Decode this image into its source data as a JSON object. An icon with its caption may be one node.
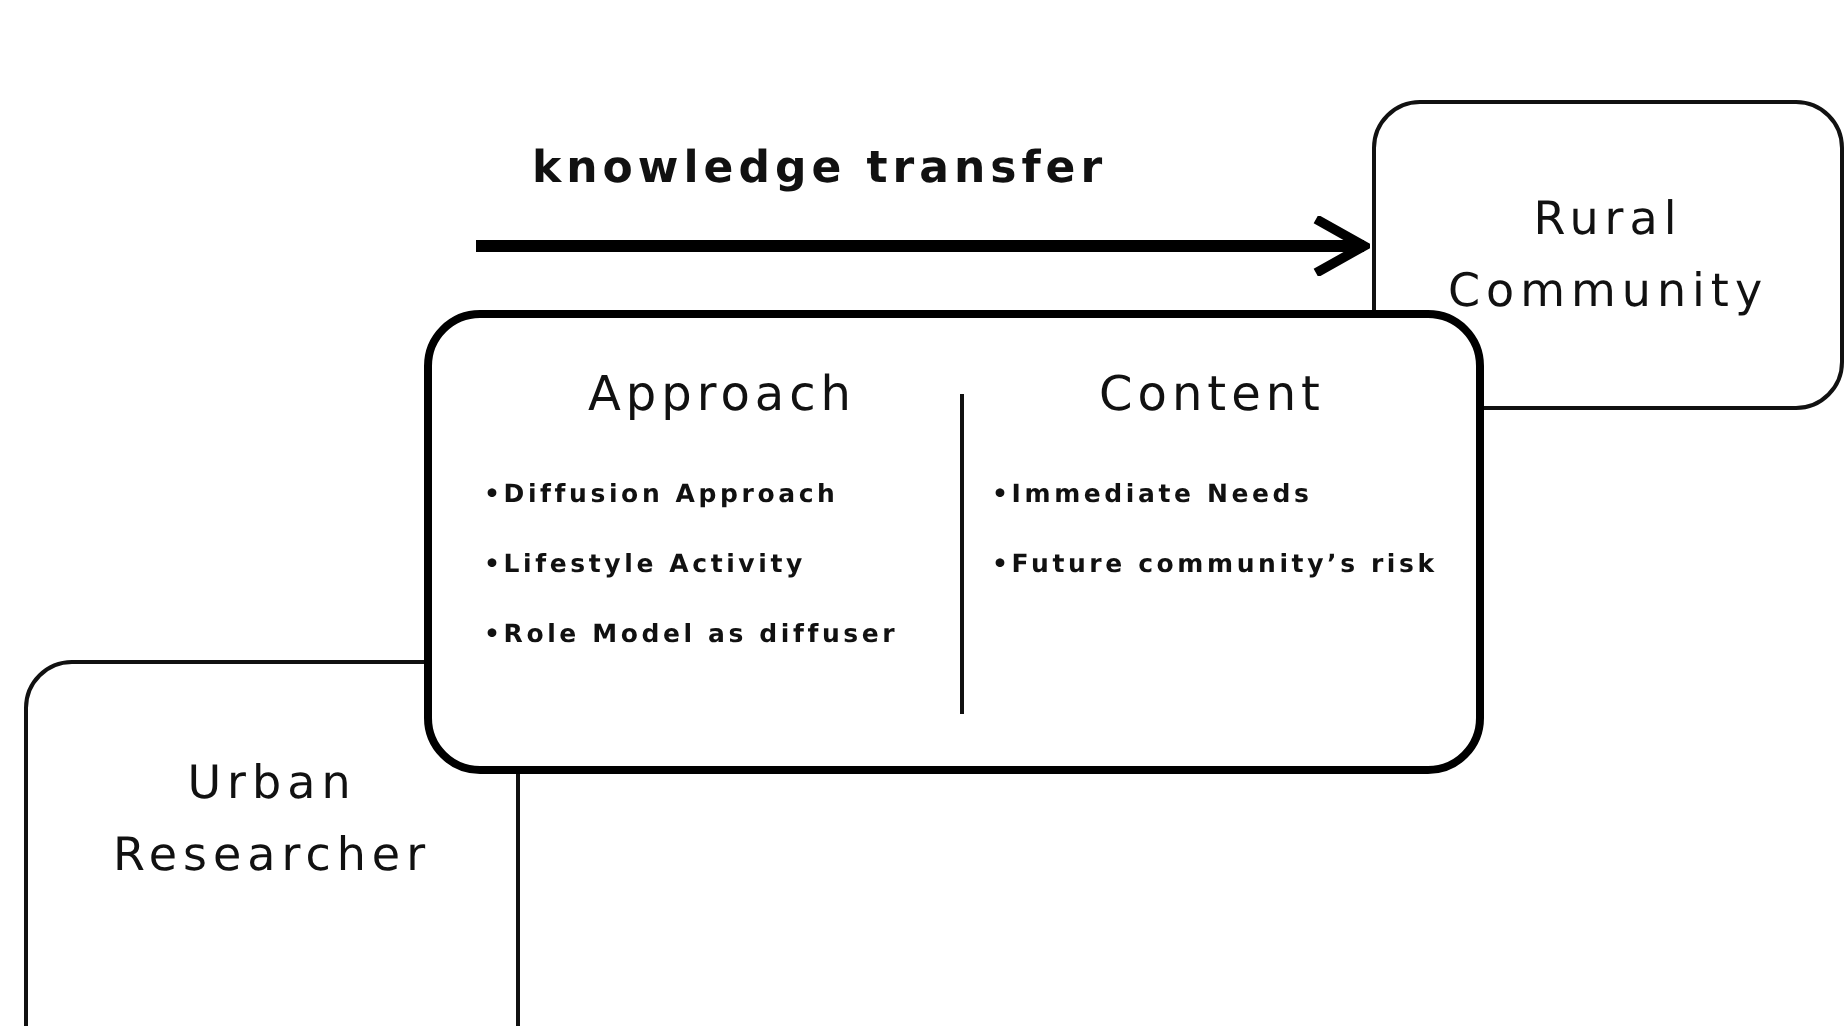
{
  "diagram": {
    "nodes": [
      {
        "text": [
          "Urban Researcher"
        ]
      },
      {
        "text": [
          "Rural Community"
        ]
      },
      {
        "text": [
          "Approach",
          "•Diffusion Approach",
          "•Lifestyle Activity",
          "•Role Model as diffuser",
          "Content",
          "•Immediate Needs",
          "•Future community’s risk"
        ]
      }
    ],
    "edges": [
      {
        "from": null,
        "to": 1,
        "arrow": "to",
        "label": "knowledge transfer"
      }
    ]
  }
}
